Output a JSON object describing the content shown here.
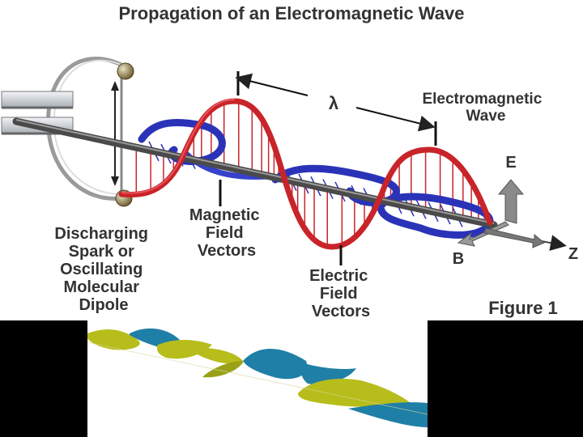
{
  "title": "Propagation of an Electromagnetic Wave",
  "labels": {
    "lambda": "λ",
    "em_wave": [
      "Electromagnetic",
      "Wave"
    ],
    "discharging": [
      "Discharging",
      "Spark or",
      "Oscillating",
      "Molecular",
      "Dipole"
    ],
    "magnetic": [
      "Magnetic",
      "Field",
      "Vectors"
    ],
    "electric": [
      "Electric",
      "Field",
      "Vectors"
    ],
    "axis_e": "E",
    "axis_b": "B",
    "axis_z": "Z",
    "figure": "Figure 1"
  },
  "colors": {
    "electric_wave": "#c8242a",
    "magnetic_wave": "#2a33b8",
    "axis": "#555555",
    "lower_panel_yellow": "#b7bd1a",
    "lower_panel_blue": "#1f7fa6",
    "black_bar": "#000000"
  }
}
